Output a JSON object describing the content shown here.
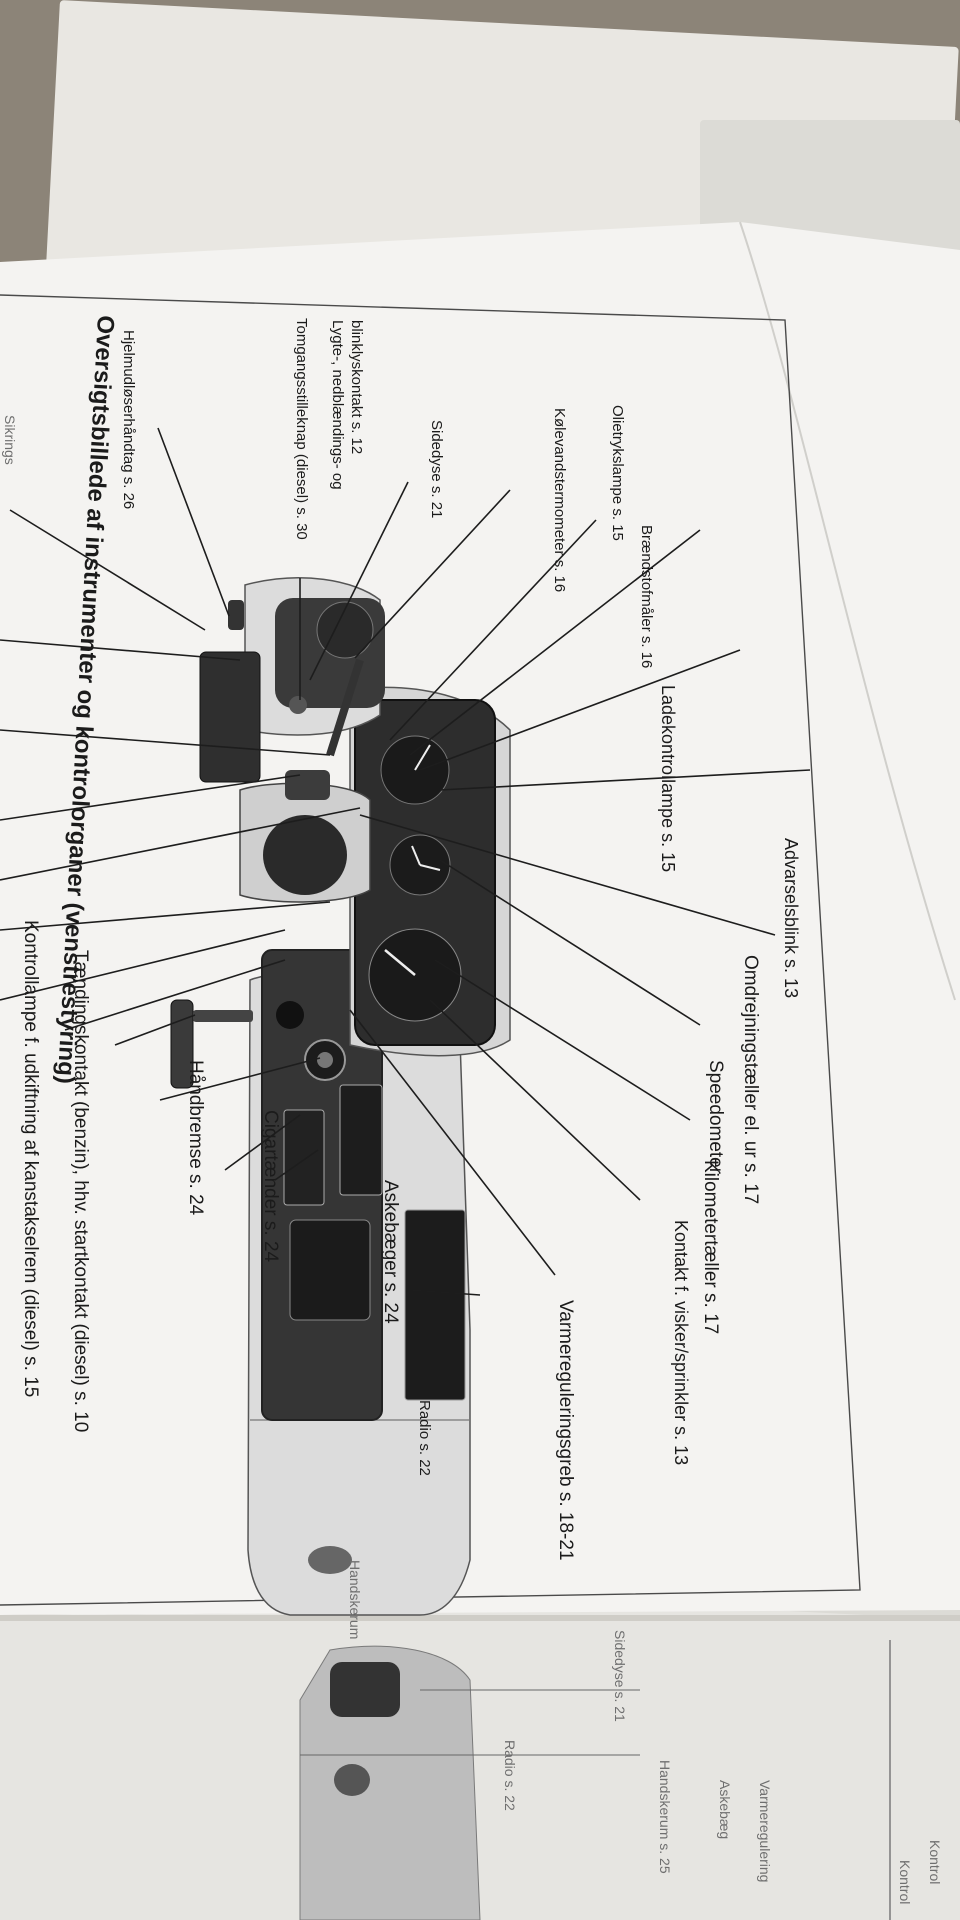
{
  "page": {
    "title": "Oversigtsbillede af instrumenter og kontrolorganer (venstrestyring)"
  },
  "labels": {
    "hjelm": "Hjelmudløserhåndtag s. 26",
    "tomgang": "Tomgangsstilleknap (diesel) s. 30",
    "lygte1": "Lygte-, nedblændings- og",
    "lygte2": "blinklyskontakt s. 12",
    "sidedyse": "Sidedyse s. 21",
    "olie": "Olietrykslampe s. 15",
    "koele": "Kølevandstermometer s. 16",
    "braend": "Brændstofmåler s. 16",
    "lade": "Ladekontrollampe s. 15",
    "advarsel": "Advarselsblink s. 13",
    "omdrej": "Omdrejningstæller el. ur s. 17",
    "speedo": "Speedometer",
    "kilometer": "Kilometertæller s. 17",
    "visker": "Kontakt f. visker/sprinkler s. 13",
    "varme": "Varmereguleringsgreb s. 18-21",
    "radio": "Radio s. 22",
    "askebaeger": "Askebæger s. 24",
    "cigar": "Cigartænder s. 24",
    "haandbremse": "Håndbremse s. 24",
    "taending": "Tændingskontakt (benzin), hhv. startkontakt (diesel) s. 10",
    "kontrollampe": "Kontrollampe f. udkiftning af kanstakselrem (diesel) s. 15",
    "handske": "Handskerum",
    "sikring": "Sikrings"
  },
  "next_page": {
    "sidedyse": "Sidedyse s. 21",
    "handske": "Handskerum s. 25",
    "radio": "Radio s. 22",
    "varme": "Varmeregulering",
    "aske": "Askebæg",
    "kontrol1": "Kontrol",
    "kontrol2": "Kontrol"
  }
}
